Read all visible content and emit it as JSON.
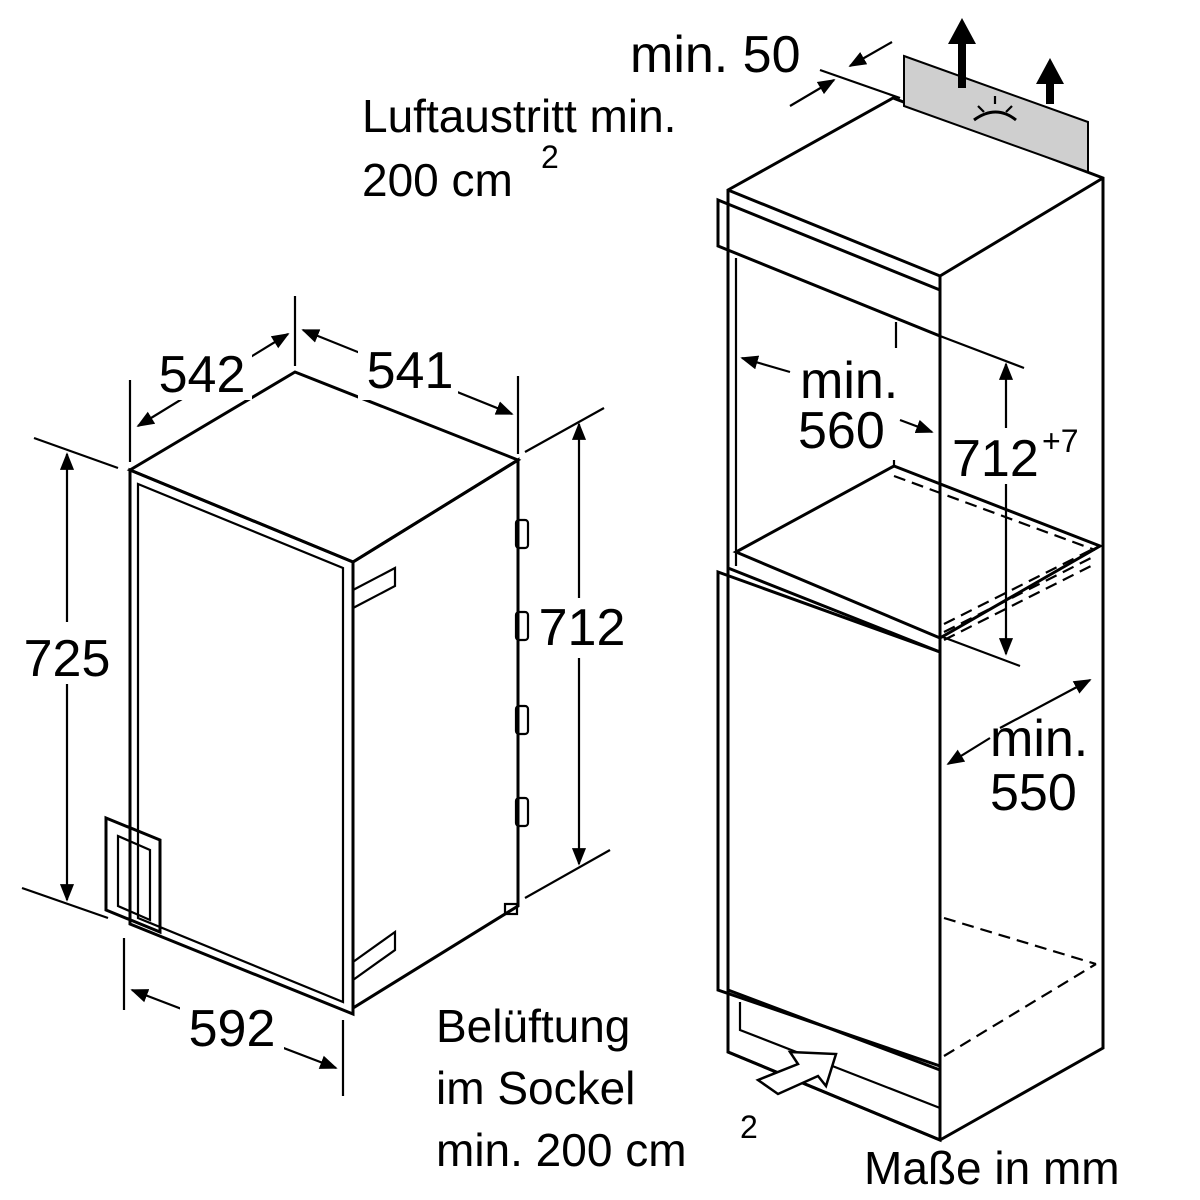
{
  "dimensions": {
    "depth_left": "542",
    "depth_right": "541",
    "height_total": "725",
    "height_body": "712",
    "width": "592",
    "niche_depth_label": "min.",
    "niche_depth_value": "560",
    "niche_height_value": "712",
    "niche_height_tolerance": "+7",
    "side_depth_label": "min.",
    "side_depth_value": "550",
    "gap_top": "min. 50"
  },
  "notes": {
    "air_outlet_line1": "Luftaustritt min.",
    "air_outlet_line2": "200 cm",
    "air_outlet_exp": "2",
    "vent_line1": "Belüftung",
    "vent_line2": "im Sockel",
    "vent_line3": "min. 200 cm",
    "vent_exp": "2",
    "units": "Maße in mm"
  },
  "icons": {
    "fan": "fan-icon",
    "arrow_up": "arrow-up-icon",
    "arrow_in": "arrow-right-icon"
  }
}
